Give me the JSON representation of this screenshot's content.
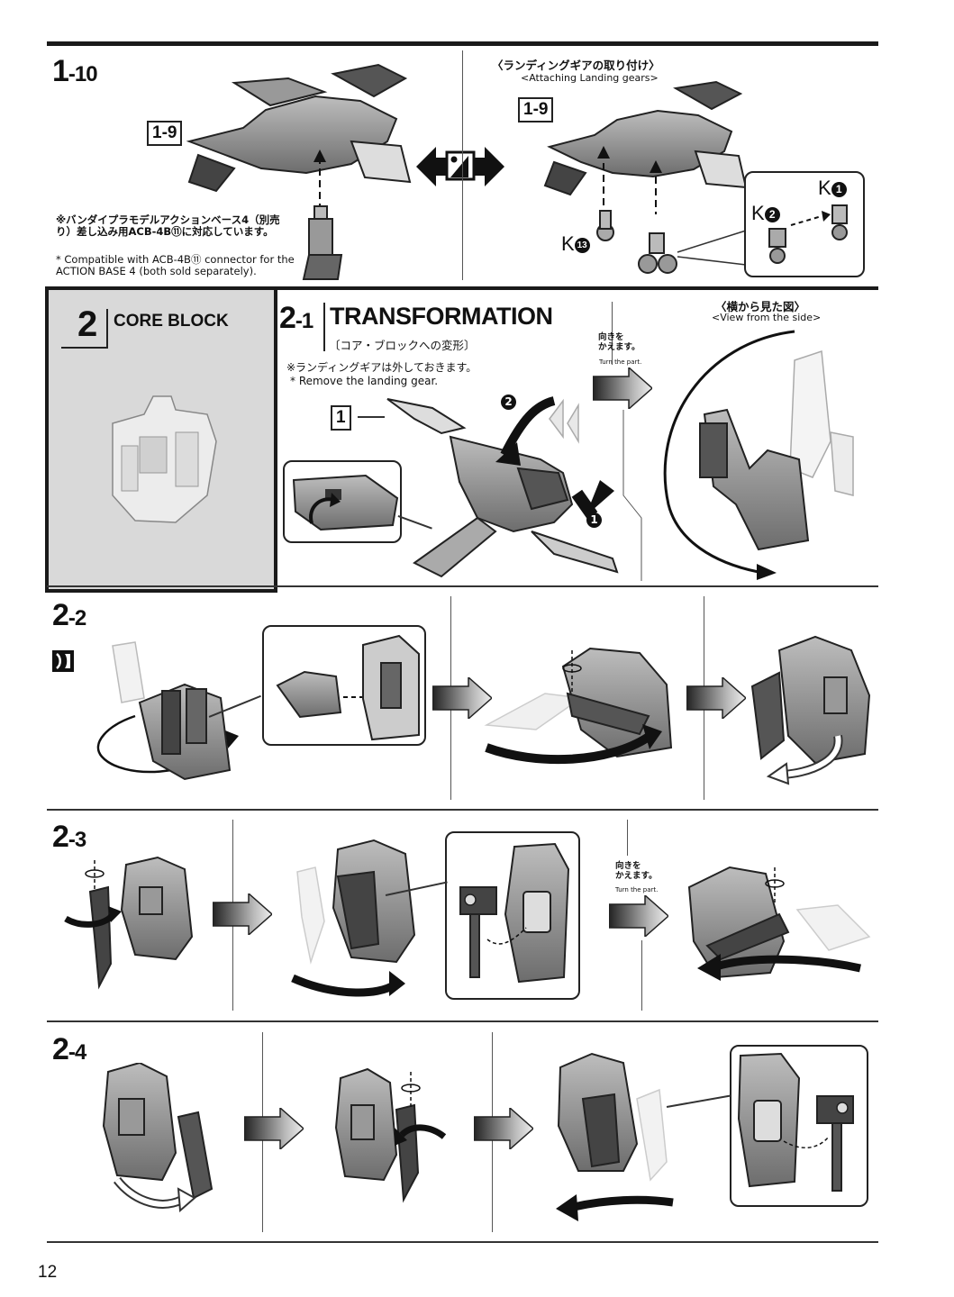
{
  "page_number": "12",
  "step_1_10": {
    "step_big": "1",
    "step_small": "-10",
    "ref_label": "1-9",
    "note_jp": "※バンダイプラモデルアクションベース4（別売り）差し込み用ACB-4B⑪に対応しています。",
    "note_en": "* Compatible with ACB-4B⑪ connector for the ACTION BASE 4 (both sold separately).",
    "landing_title_jp": "〈ランディングギアの取り付け〉",
    "landing_title_en": "<Attaching Landing gears>",
    "landing_ref": "1-9",
    "parts": {
      "k1": "K",
      "k1_num": "1",
      "k2": "K",
      "k2_num": "2",
      "k13": "K",
      "k13_num": "13"
    }
  },
  "step_2": {
    "step_num": "2",
    "title": "CORE BLOCK"
  },
  "step_2_1": {
    "step_big": "2",
    "step_small": "-1",
    "title": "TRANSFORMATION",
    "subtitle_jp": "〔コア・ブロックへの変形〕",
    "note_jp": "※ランディングギアは外しておきます。",
    "note_en": "* Remove the landing gear.",
    "ref_label": "1",
    "turn_jp_line1": "向きを",
    "turn_jp_line2": "かえます。",
    "turn_en": "Turn the part.",
    "side_view_jp": "〈横から見た図〉",
    "side_view_en": "<View from the side>",
    "action_1": "1",
    "action_2": "2"
  },
  "step_2_2": {
    "step_big": "2",
    "step_small": "-2"
  },
  "step_2_3": {
    "step_big": "2",
    "step_small": "-3",
    "turn_jp_line1": "向きを",
    "turn_jp_line2": "かえます。",
    "turn_en": "Turn the part."
  },
  "step_2_4": {
    "step_big": "2",
    "step_small": "-4"
  },
  "colors": {
    "rule": "#1a1a1a",
    "panel_gray": "#d9d9d9",
    "part_dark": "#4a4a4a",
    "part_mid": "#8c8c8c",
    "part_light": "#c8c8c8"
  }
}
